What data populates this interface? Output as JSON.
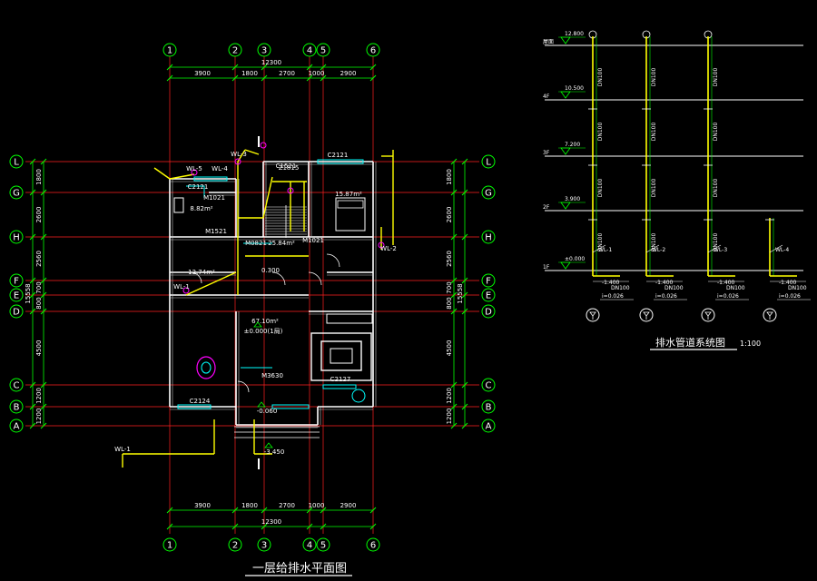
{
  "drawing": {
    "plan_title": "一层给排水平面图",
    "system_title": "排水管道系统图",
    "system_scale": "1:100"
  },
  "colors": {
    "background": "#000000",
    "grid_axis": "#ff2020",
    "dimension": "#00ff00",
    "wall": "#ffffff",
    "pipe": "#ffff00",
    "accent": "#00ffff",
    "fixture": "#ff00ff"
  },
  "plan": {
    "col_axes": [
      "1",
      "2",
      "3",
      "4",
      "5",
      "6"
    ],
    "row_axes": [
      "L",
      "G",
      "H",
      "F",
      "E",
      "D",
      "C",
      "B",
      "A"
    ],
    "top_spans": [
      "3900",
      "1800",
      "2700",
      "1000",
      "2900"
    ],
    "bottom_spans": [
      "3900",
      "1800",
      "2700",
      "1000",
      "2900"
    ],
    "total_width": "12300",
    "left_spans": [
      "1800",
      "2600",
      "2560",
      "700",
      "800",
      "4500",
      "1200",
      "1200"
    ],
    "right_spans": [
      "1800",
      "2600",
      "2560",
      "700",
      "800",
      "4500",
      "1200",
      "1200"
    ],
    "total_height": "15558",
    "rooms": [
      {
        "label": "8.82m²"
      },
      {
        "label": "15.87m²"
      },
      {
        "label": "25.84m²"
      },
      {
        "label": "12.74m²"
      },
      {
        "label": "67.10m²"
      },
      {
        "label": "±0.000(1局)"
      },
      {
        "label": "0.300"
      },
      {
        "label": "-0.060"
      },
      {
        "label": "-3.450"
      }
    ],
    "openings": [
      "C2121",
      "M1021",
      "C2121",
      "M1521",
      "M0821",
      "M1021",
      "C1521",
      "C2124",
      "C2127",
      "M3630",
      "Z1815"
    ],
    "pipe_tags": [
      "WL-5",
      "WL-4",
      "WL-3",
      "WL-1",
      "WL-2",
      "WL-1"
    ]
  },
  "system": {
    "elevations": [
      "12.800",
      "10.500",
      "7.200",
      "3.900",
      "±0.000"
    ],
    "floor_labels": [
      "屋面",
      "4F",
      "3F",
      "2F",
      "1F"
    ],
    "risers": [
      {
        "id": "WL-1",
        "slope": "i=0.026",
        "dn": "DN100",
        "depth": "-1.400"
      },
      {
        "id": "WL-2",
        "slope": "i=0.026",
        "dn": "DN100",
        "depth": "-1.400"
      },
      {
        "id": "WL-3",
        "slope": "i=0.026",
        "dn": "DN100",
        "depth": "-1.400"
      },
      {
        "id": "WL-4",
        "slope": "i=0.026",
        "dn": "DN100",
        "depth": "-1.400"
      }
    ]
  }
}
